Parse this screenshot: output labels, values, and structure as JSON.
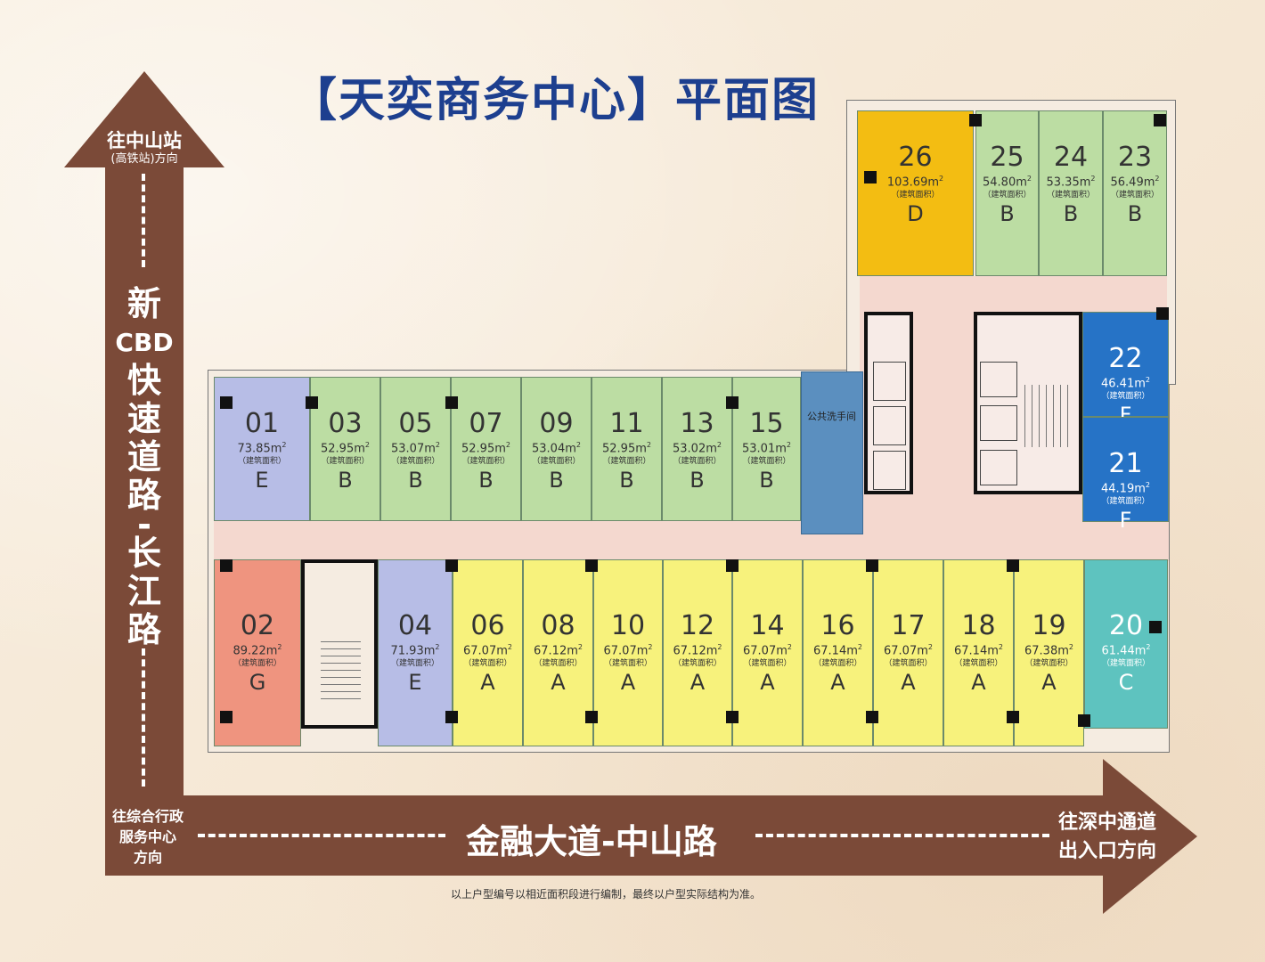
{
  "title": "【天奕商务中心】平面图",
  "roads": {
    "north_direction": "往中山站",
    "north_direction_sub": "(高铁站)方向",
    "vertical_road": [
      "新",
      "CBD",
      "快",
      "速",
      "道",
      "路",
      "-",
      "长",
      "江",
      "路"
    ],
    "horizontal_road": "金融大道-中山路",
    "west_direction": [
      "往综合行政",
      "服务中心",
      "方向"
    ],
    "east_direction": [
      "往深中通道",
      "出入口方向"
    ]
  },
  "area_label": "（建筑面积）",
  "public_restroom": "公共洗手间",
  "footnote": "以上户型编号以相近面积段进行编制，最终以户型实际结构为准。",
  "area_unit": "m",
  "area_unit_sup": "2",
  "colors": {
    "A": "#f7f27c",
    "B": "#bcdda3",
    "C": "#5ec3bf",
    "D": "#f3bd12",
    "E": "#b7bde6",
    "F": "#2673c6",
    "G": "#ef947f",
    "corridor": "#f4d8cf",
    "road": "#7b4a38",
    "title": "#1d3f8f"
  },
  "units": [
    {
      "num": "26",
      "area": "103.69",
      "type": "D"
    },
    {
      "num": "25",
      "area": "54.80",
      "type": "B"
    },
    {
      "num": "24",
      "area": "53.35",
      "type": "B"
    },
    {
      "num": "23",
      "area": "56.49",
      "type": "B"
    },
    {
      "num": "22",
      "area": "46.41",
      "type": "F"
    },
    {
      "num": "21",
      "area": "44.19",
      "type": "F"
    },
    {
      "num": "01",
      "area": "73.85",
      "type": "E"
    },
    {
      "num": "03",
      "area": "52.95",
      "type": "B"
    },
    {
      "num": "05",
      "area": "53.07",
      "type": "B"
    },
    {
      "num": "07",
      "area": "52.95",
      "type": "B"
    },
    {
      "num": "09",
      "area": "53.04",
      "type": "B"
    },
    {
      "num": "11",
      "area": "52.95",
      "type": "B"
    },
    {
      "num": "13",
      "area": "53.02",
      "type": "B"
    },
    {
      "num": "15",
      "area": "53.01",
      "type": "B"
    },
    {
      "num": "02",
      "area": "89.22",
      "type": "G"
    },
    {
      "num": "04",
      "area": "71.93",
      "type": "E"
    },
    {
      "num": "06",
      "area": "67.07",
      "type": "A"
    },
    {
      "num": "08",
      "area": "67.12",
      "type": "A"
    },
    {
      "num": "10",
      "area": "67.07",
      "type": "A"
    },
    {
      "num": "12",
      "area": "67.12",
      "type": "A"
    },
    {
      "num": "14",
      "area": "67.07",
      "type": "A"
    },
    {
      "num": "16",
      "area": "67.14",
      "type": "A"
    },
    {
      "num": "17",
      "area": "67.07",
      "type": "A"
    },
    {
      "num": "18",
      "area": "67.14",
      "type": "A"
    },
    {
      "num": "19",
      "area": "67.38",
      "type": "A"
    },
    {
      "num": "20",
      "area": "61.44",
      "type": "C"
    }
  ]
}
